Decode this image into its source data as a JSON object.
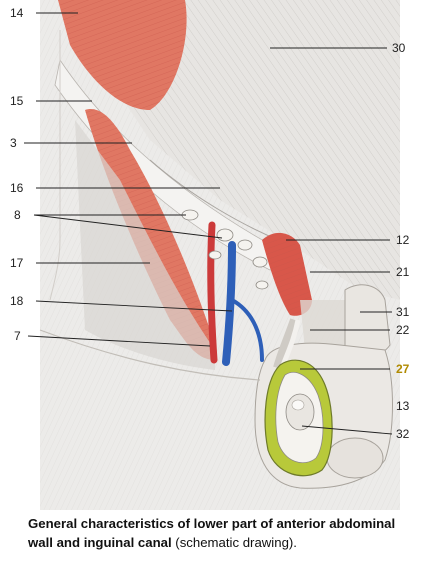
{
  "labels": [
    {
      "id": "14",
      "text": "14"
    },
    {
      "id": "30",
      "text": "30"
    },
    {
      "id": "15",
      "text": "15"
    },
    {
      "id": "3",
      "text": "3"
    },
    {
      "id": "16",
      "text": "16"
    },
    {
      "id": "8",
      "text": "8"
    },
    {
      "id": "12",
      "text": "12"
    },
    {
      "id": "17",
      "text": "17"
    },
    {
      "id": "21",
      "text": "21"
    },
    {
      "id": "18",
      "text": "18"
    },
    {
      "id": "31",
      "text": "31"
    },
    {
      "id": "22",
      "text": "22"
    },
    {
      "id": "7",
      "text": "7"
    },
    {
      "id": "27",
      "text": "27"
    },
    {
      "id": "13",
      "text": "13"
    },
    {
      "id": "32",
      "text": "32"
    }
  ],
  "caption": {
    "bold": "General characteristics of lower part of anterior abdominal wall and inguinal canal",
    "normal": " (schematic drawing)."
  },
  "colors": {
    "muscle": "#e07763",
    "muscle_dark": "#c9554a",
    "fascia": "#e3e1de",
    "vein": "#2e5fb8",
    "artery": "#cc3a3a",
    "spermatic_ring": "#b8c93a",
    "highlight_label": "#c9a100"
  }
}
